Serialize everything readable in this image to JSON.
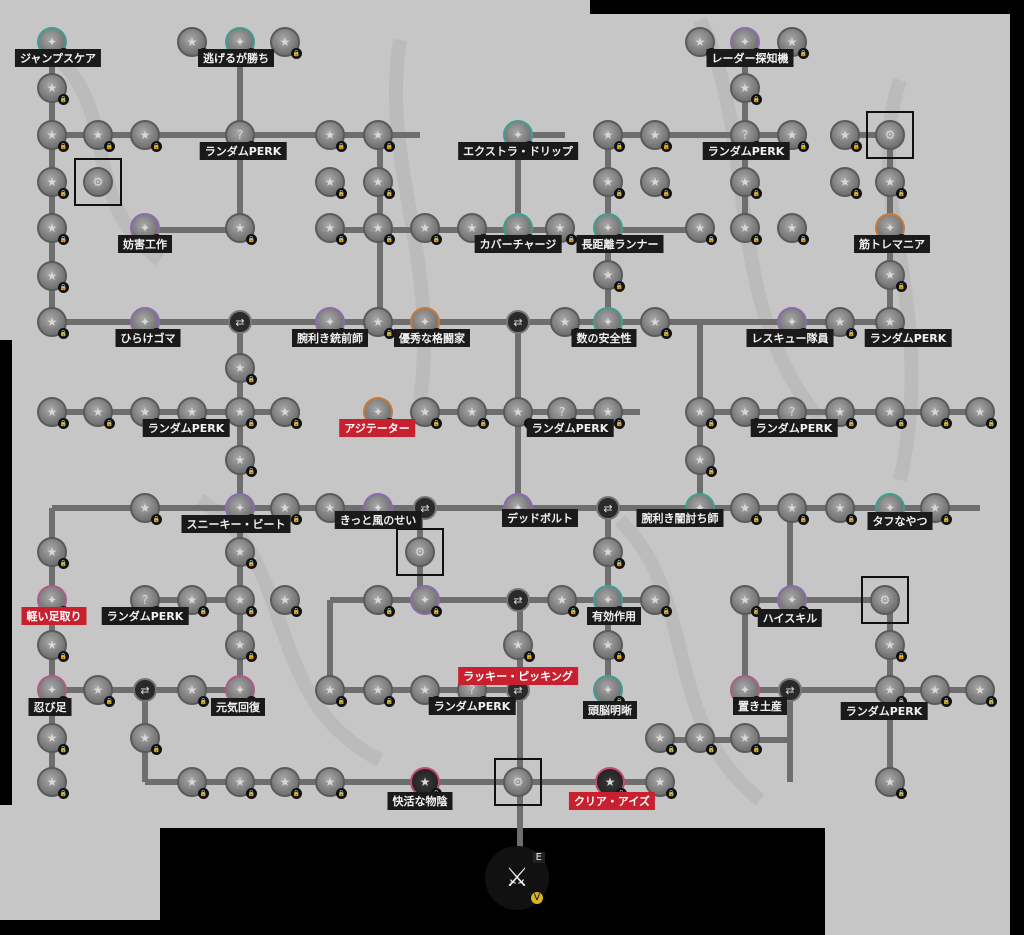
{
  "screen": "perk-tree",
  "labels": {
    "jump_scare": "ジャンプスケア",
    "nigeru": "逃げるが勝ち",
    "radar": "レーダー探知機",
    "random_perk": "ランダムPERK",
    "extra_drip": "エクストラ・ドリップ",
    "bougai": "妨害工作",
    "cover_charge": "カバーチャージ",
    "long_runner": "長距離ランナー",
    "kintore": "筋トレマニア",
    "hirake": "ひらけゴマ",
    "gunsmith": "腕利き銃前師",
    "fighter": "優秀な格闘家",
    "safety": "数の安全性",
    "rescue": "レスキュー隊員",
    "agitator": "アジテーター",
    "sneaky": "スニーキー・ビート",
    "kitto": "きっと風のせい",
    "deadbolt": "デッドボルト",
    "udekiki": "腕利き闇討ち師",
    "tough": "タフなやつ",
    "karui": "軽い足取り",
    "hi_skill": "ハイスキル",
    "yuko": "有効作用",
    "lucky": "ラッキー・ピッキング",
    "shinobi": "忍び足",
    "genki": "元気回復",
    "zunou": "頭脳明晰",
    "tokage": "置き土産",
    "kaikatsu": "快活な物陰",
    "clear_eyes": "クリア・アイズ"
  },
  "icons": {
    "standard": "star-icon",
    "random": "question-icon",
    "lock": "lock-icon",
    "junction": "crossed-arrows-icon",
    "gold": "gold-gear-icon",
    "emblem": "shield-emblem-icon"
  },
  "emblem": {
    "letter": "E",
    "tag": "V"
  },
  "colors": {
    "background": "#c9c9c9",
    "node": "#7d7d7d",
    "label_bg": "#1a1a1a",
    "highlight_red": "#c8202e",
    "gold": "#e0b52a"
  }
}
